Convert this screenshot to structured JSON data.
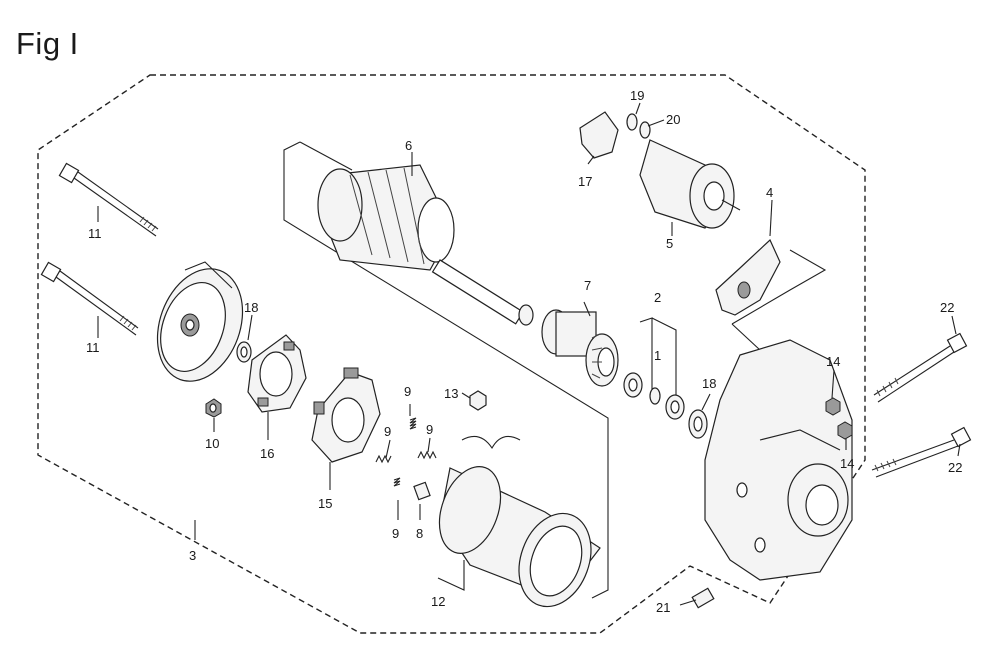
{
  "figure": {
    "title": "Fig I"
  },
  "callouts": {
    "c1": "1",
    "c2": "2",
    "c3": "3",
    "c4": "4",
    "c5": "5",
    "c6": "6",
    "c7": "7",
    "c8": "8",
    "c9a": "9",
    "c9b": "9",
    "c9c": "9",
    "c9d": "9",
    "c10": "10",
    "c11a": "11",
    "c11b": "11",
    "c12": "12",
    "c13": "13",
    "c14a": "14",
    "c14b": "14",
    "c15": "15",
    "c16": "16",
    "c17": "17",
    "c18a": "18",
    "c18b": "18",
    "c19": "19",
    "c20": "20",
    "c21": "21",
    "c22a": "22",
    "c22b": "22"
  }
}
